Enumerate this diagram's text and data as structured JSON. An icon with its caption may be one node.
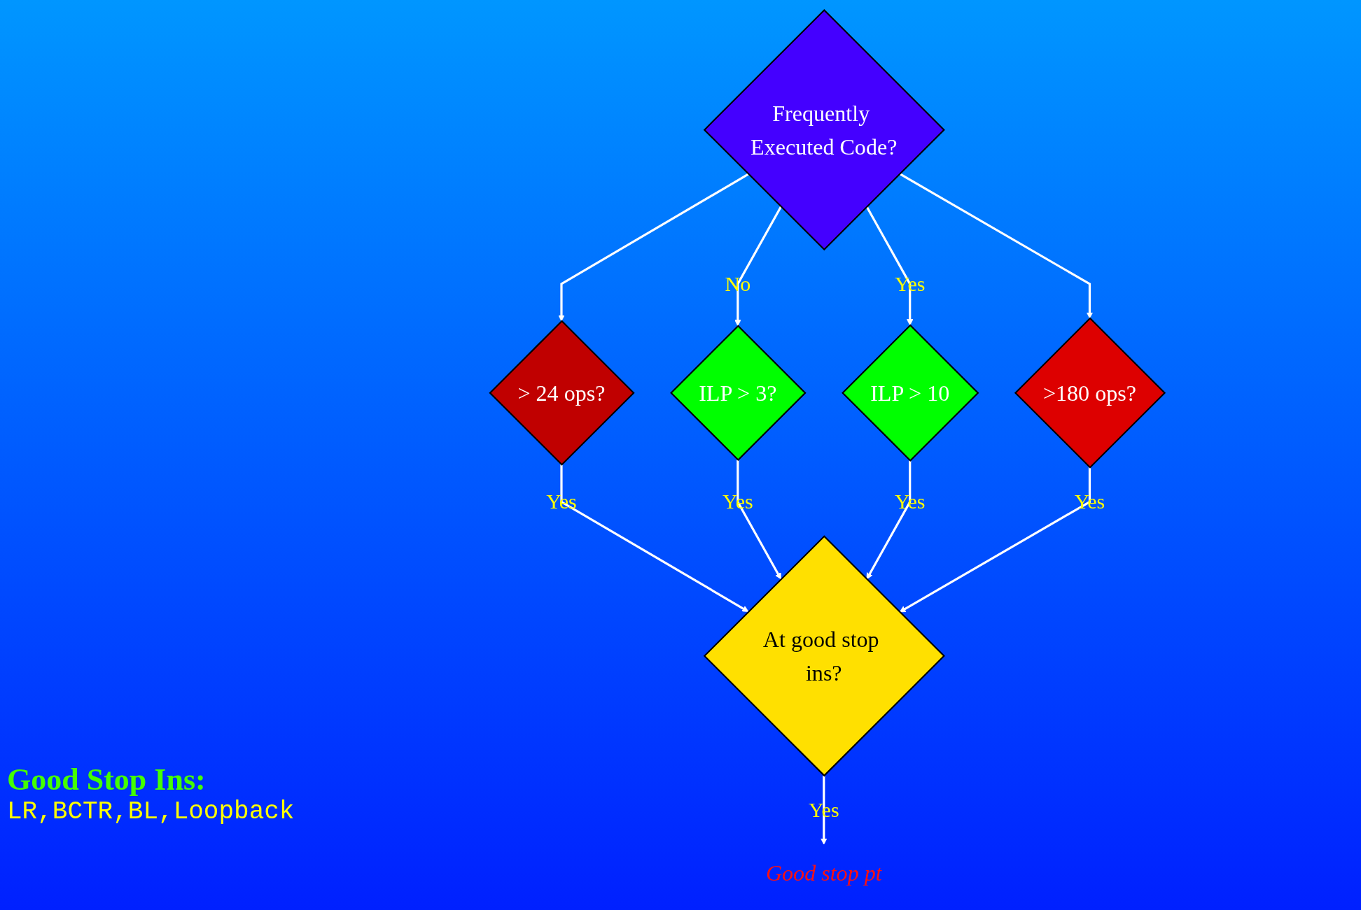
{
  "diagram": {
    "nodes": [
      {
        "text": [
          "Frequently Executed Code?"
        ]
      },
      {
        "text": [
          "> 24 ops?"
        ]
      },
      {
        "text": [
          "ILP > 3?"
        ]
      },
      {
        "text": [
          "ILP > 10"
        ]
      },
      {
        "text": [
          ">180 ops?"
        ]
      },
      {
        "text": [
          "At good stop ins?"
        ]
      },
      {
        "text": [
          "Good stop pt"
        ]
      }
    ],
    "edges": [
      {
        "from": 0,
        "to": 1,
        "arrow": "to"
      },
      {
        "from": 0,
        "to": 2,
        "arrow": "to",
        "label": "No"
      },
      {
        "from": 0,
        "to": 3,
        "arrow": "to",
        "label": "Yes"
      },
      {
        "from": 0,
        "to": 4,
        "arrow": "to"
      },
      {
        "from": 1,
        "to": 5,
        "arrow": "to",
        "label": "Yes"
      },
      {
        "from": 2,
        "to": 5,
        "arrow": "to",
        "label": "Yes"
      },
      {
        "from": 3,
        "to": 5,
        "arrow": "to",
        "label": "Yes"
      },
      {
        "from": 4,
        "to": 5,
        "arrow": "to",
        "label": "Yes"
      },
      {
        "from": 5,
        "to": 6,
        "arrow": "to",
        "label": "Yes"
      }
    ],
    "labels": [
      "Good Stop Ins:",
      "LR,BCTR,BL,Loopback"
    ]
  }
}
